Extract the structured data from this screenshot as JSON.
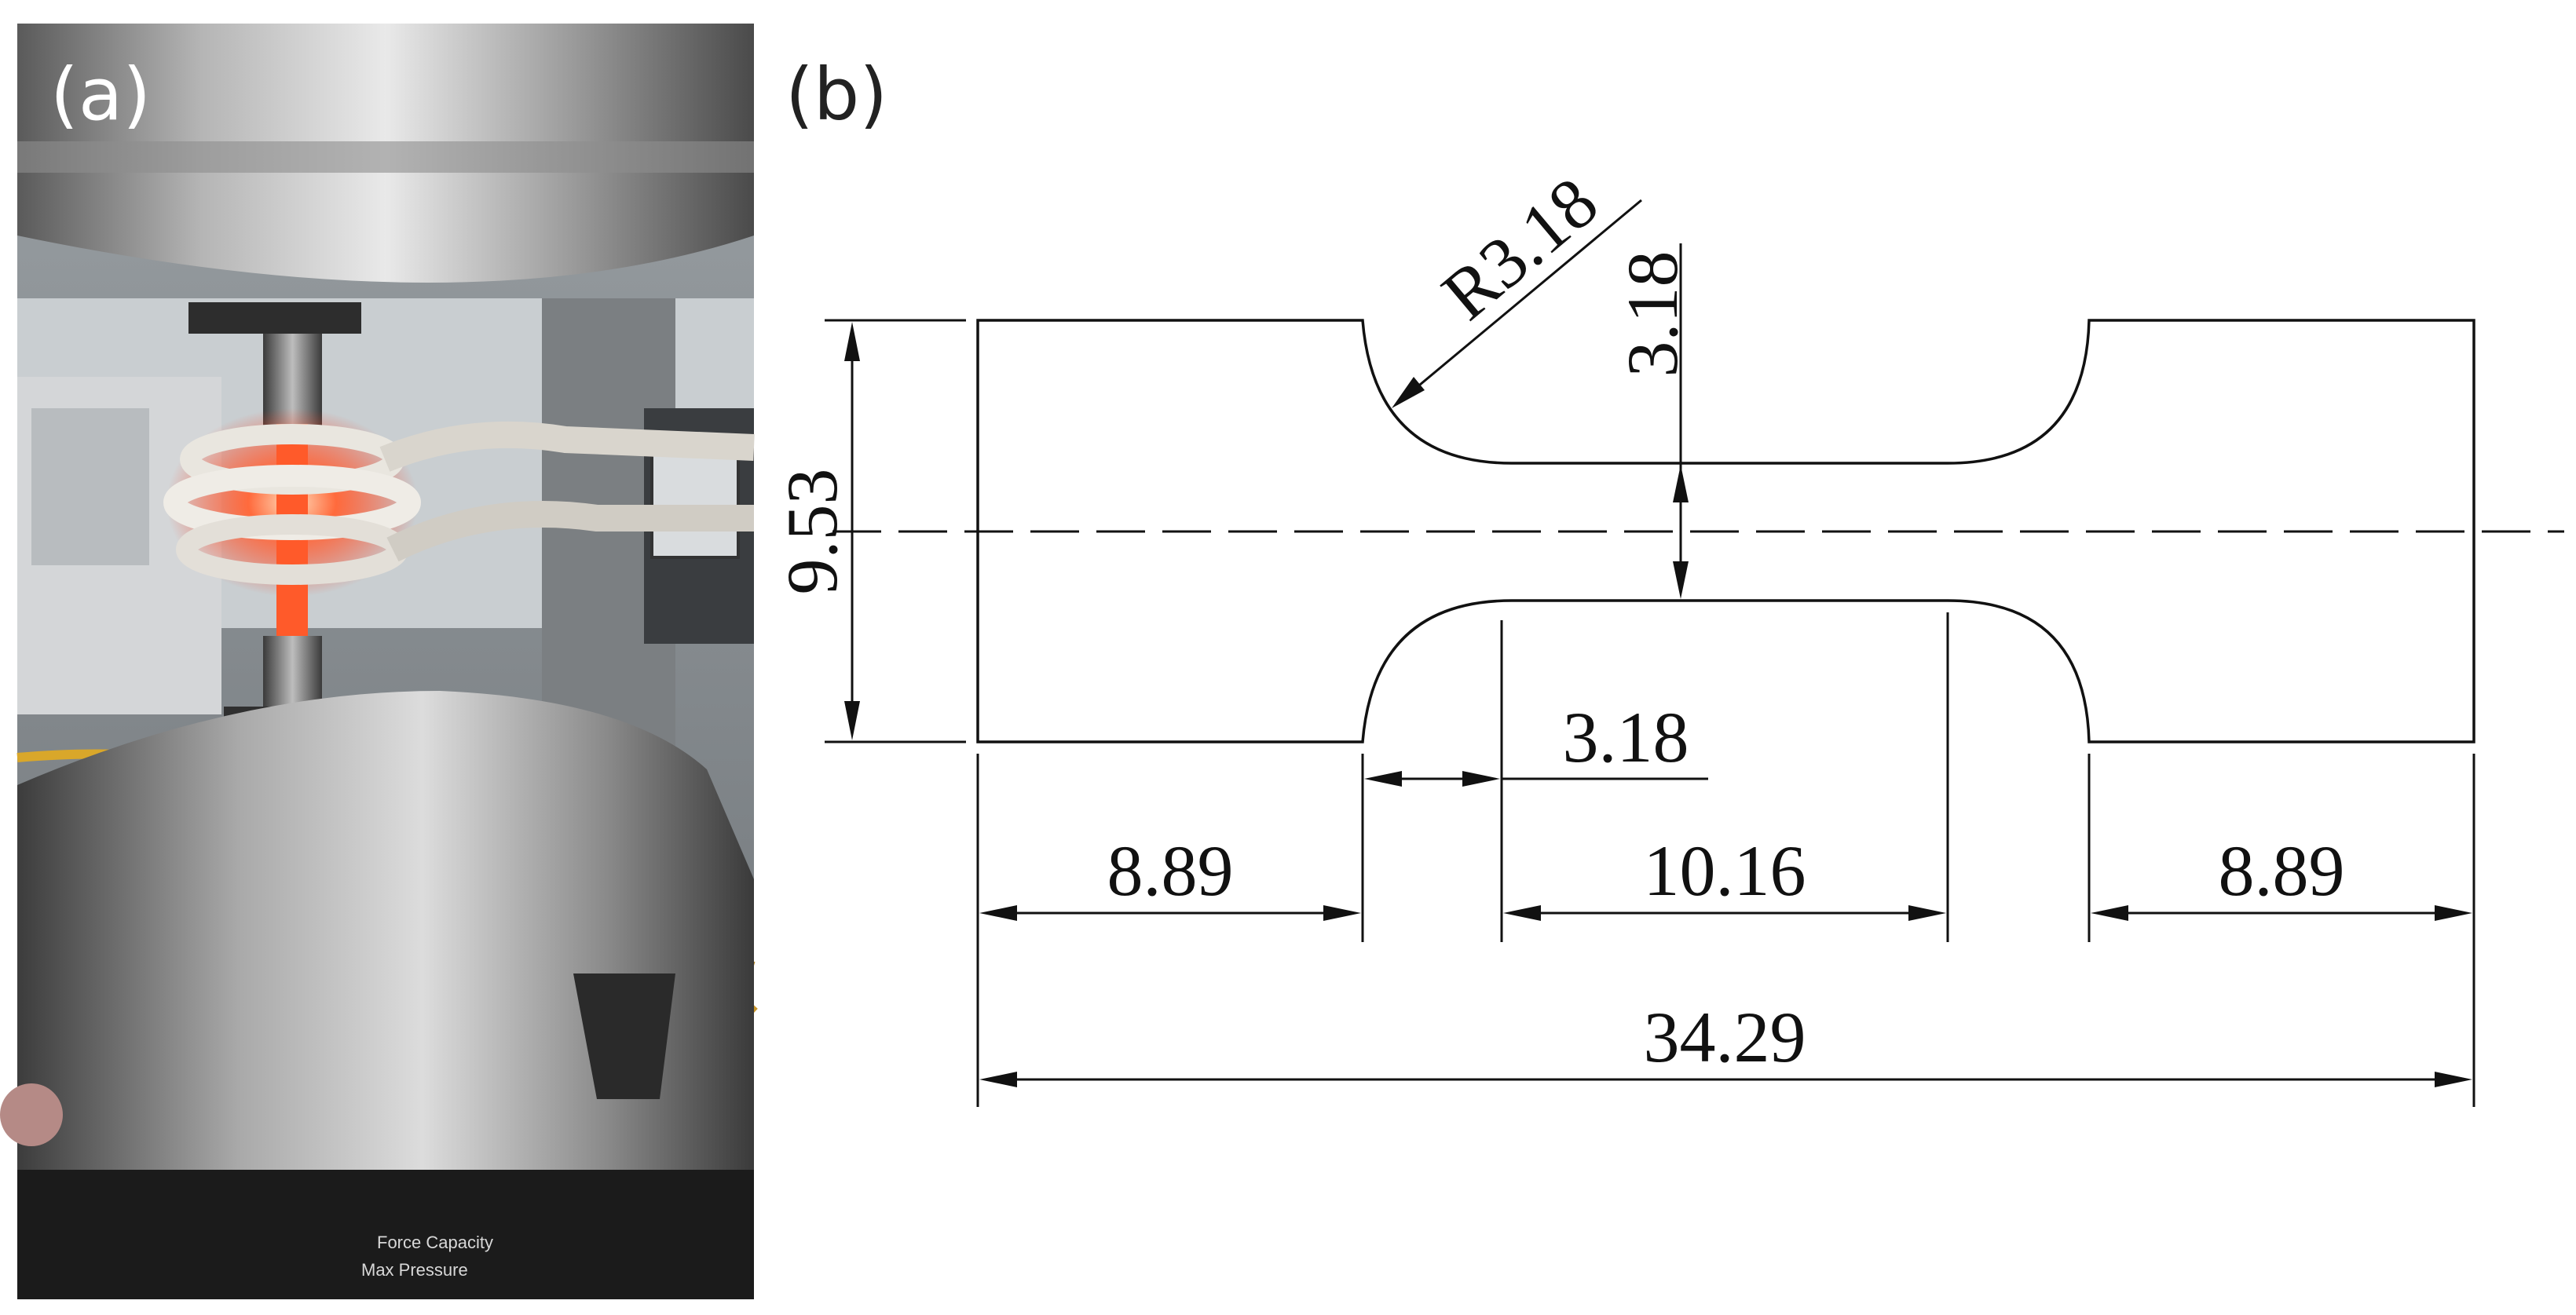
{
  "panels": {
    "a": {
      "label": "(a)"
    },
    "b": {
      "label": "(b)"
    }
  },
  "photo": {
    "plate_lines": [
      "Force Capacity",
      "Max Pressure"
    ]
  },
  "drawing": {
    "radius_label": "R3.18",
    "dims": {
      "shoulder_height": "3.18",
      "overall_width": "9.53",
      "fillet": "3.18",
      "grip_left": "8.89",
      "gauge_length": "10.16",
      "grip_right": "8.89",
      "total_length": "34.29"
    }
  }
}
